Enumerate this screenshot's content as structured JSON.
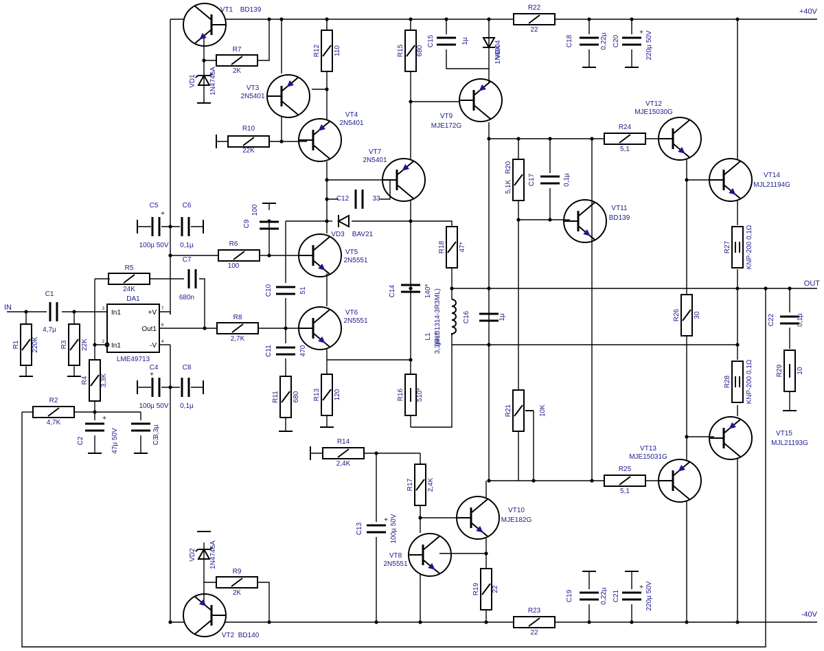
{
  "rails": {
    "pos": "+40V",
    "neg": "-40V",
    "in": "IN",
    "out": "OUT"
  },
  "transistors": [
    {
      "ref": "VT1",
      "part": "BD139"
    },
    {
      "ref": "VT2",
      "part": "BD140"
    },
    {
      "ref": "VT3",
      "part": "2N5401"
    },
    {
      "ref": "VT4",
      "part": "2N5401"
    },
    {
      "ref": "VT5",
      "part": "2N5551"
    },
    {
      "ref": "VT6",
      "part": "2N5551"
    },
    {
      "ref": "VT7",
      "part": "2N5401"
    },
    {
      "ref": "VT8",
      "part": "2N5551"
    },
    {
      "ref": "VT9",
      "part": "MJE172G"
    },
    {
      "ref": "VT10",
      "part": "MJE182G"
    },
    {
      "ref": "VT11",
      "part": "BD139"
    },
    {
      "ref": "VT12",
      "part": "MJE15030G"
    },
    {
      "ref": "VT13",
      "part": "MJE15031G"
    },
    {
      "ref": "VT14",
      "part": "MJL21194G"
    },
    {
      "ref": "VT15",
      "part": "MJL21193G"
    }
  ],
  "resistors": [
    {
      "ref": "R1",
      "value": "220K"
    },
    {
      "ref": "R2",
      "value": "4,7K"
    },
    {
      "ref": "R3",
      "value": "22K"
    },
    {
      "ref": "R4",
      "value": "3,3K"
    },
    {
      "ref": "R5",
      "value": "24K"
    },
    {
      "ref": "R6",
      "value": "100"
    },
    {
      "ref": "R7",
      "value": "2K"
    },
    {
      "ref": "R8",
      "value": "2,7K"
    },
    {
      "ref": "R9",
      "value": "2K"
    },
    {
      "ref": "R10",
      "value": "22K"
    },
    {
      "ref": "R11",
      "value": "680"
    },
    {
      "ref": "R12",
      "value": "110"
    },
    {
      "ref": "R13",
      "value": "120"
    },
    {
      "ref": "R14",
      "value": "2,4K"
    },
    {
      "ref": "R15",
      "value": "680"
    },
    {
      "ref": "R16",
      "value": "510*"
    },
    {
      "ref": "R17",
      "value": "2,4K"
    },
    {
      "ref": "R18",
      "value": "47*"
    },
    {
      "ref": "R19",
      "value": "22"
    },
    {
      "ref": "R20",
      "value": "5,1K"
    },
    {
      "ref": "R21",
      "value": "10K"
    },
    {
      "ref": "R22",
      "value": "22"
    },
    {
      "ref": "R23",
      "value": "22"
    },
    {
      "ref": "R24",
      "value": "5,1"
    },
    {
      "ref": "R25",
      "value": "5,1"
    },
    {
      "ref": "R26",
      "value": "30"
    },
    {
      "ref": "R27",
      "value": "KNP-200 0,1Ω"
    },
    {
      "ref": "R28",
      "value": "KNP-200 0,1Ω"
    },
    {
      "ref": "R29",
      "value": "10"
    }
  ],
  "capacitors": [
    {
      "ref": "C1",
      "value": "4,7µ"
    },
    {
      "ref": "C2",
      "value": "47µ 50V"
    },
    {
      "ref": "C3",
      "value": "3,3µ"
    },
    {
      "ref": "C4",
      "value": "100µ 50V"
    },
    {
      "ref": "C5",
      "value": "100µ 50V"
    },
    {
      "ref": "C6",
      "value": "0,1µ"
    },
    {
      "ref": "C7",
      "value": "680n"
    },
    {
      "ref": "C8",
      "value": "0,1µ"
    },
    {
      "ref": "C9",
      "value": "100"
    },
    {
      "ref": "C10",
      "value": "51"
    },
    {
      "ref": "C11",
      "value": "470"
    },
    {
      "ref": "C12",
      "value": "33"
    },
    {
      "ref": "C13",
      "value": "100µ 50V"
    },
    {
      "ref": "C14",
      "value": "140*"
    },
    {
      "ref": "C15",
      "value": "1µ"
    },
    {
      "ref": "C16",
      "value": "1µ"
    },
    {
      "ref": "C17",
      "value": "0,1µ"
    },
    {
      "ref": "C18",
      "value": "0,22µ"
    },
    {
      "ref": "C19",
      "value": "0,22µ"
    },
    {
      "ref": "C20",
      "value": "220µ 50V"
    },
    {
      "ref": "C21",
      "value": "220µ 50V"
    },
    {
      "ref": "C22",
      "value": "0,1µ"
    }
  ],
  "diodes": [
    {
      "ref": "VD1",
      "part": "1N4746A"
    },
    {
      "ref": "VD2",
      "part": "1N4746A"
    },
    {
      "ref": "VD3",
      "part": "BAV21"
    },
    {
      "ref": "VD4",
      "part": "1N4004"
    }
  ],
  "inductor": {
    "ref": "L1",
    "value": "3,3µH*",
    "part": "(RLB1314-3R3ML)"
  },
  "opamp": {
    "ref": "DA1",
    "part": "LME49713",
    "pins": {
      "in1": "In1",
      "in2": "In1",
      "vpos": "+V",
      "vneg": "-V",
      "out": "Out1"
    },
    "pin_numbers": {
      "p3": "3",
      "p2": "2",
      "p7": "7",
      "p6": "6",
      "p4": "4"
    }
  },
  "polarity_mark": "+"
}
